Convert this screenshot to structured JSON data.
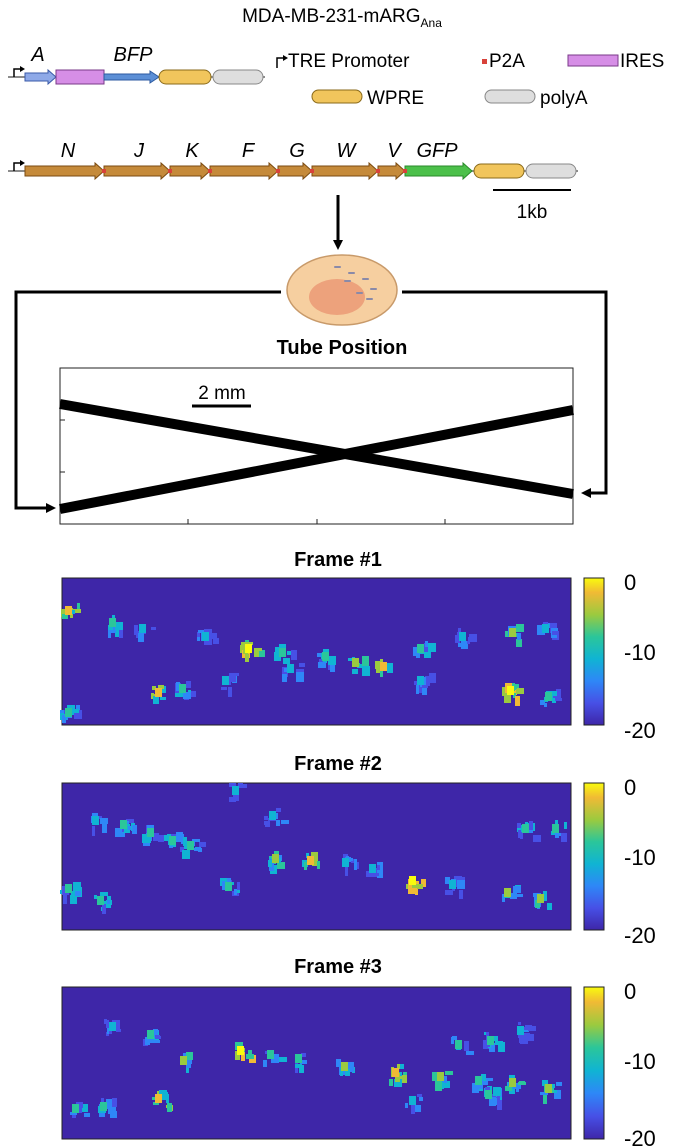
{
  "header": {
    "cell_line": "MDA-MB-231-mARG",
    "cell_line_subscript": "Ana"
  },
  "construct1": {
    "genes": [
      {
        "label": "A",
        "color": "#8ea9e8"
      },
      {
        "label": "BFP",
        "color": "#5c8fd6"
      }
    ]
  },
  "construct2": {
    "genes": [
      {
        "label": "N"
      },
      {
        "label": "J"
      },
      {
        "label": "K"
      },
      {
        "label": "F"
      },
      {
        "label": "G"
      },
      {
        "label": "W"
      },
      {
        "label": "V"
      },
      {
        "label": "GFP"
      }
    ]
  },
  "legend": {
    "tre_promoter": "TRE Promoter",
    "p2a": "P2A",
    "ires": "IRES",
    "wpre": "WPRE",
    "polya": "polyA"
  },
  "scale_bar_kb": "1kb",
  "colors": {
    "gene_brown": "#c58a3a",
    "gfp_green": "#4cc04a",
    "ires": "#d68ee6",
    "wpre": "#f1c55c",
    "polya": "#dedede",
    "p2a": "#d8423a",
    "cell_outer": "#f6cfa0",
    "cell_nucleus": "#eda27c",
    "heatmap_bg": "#3e26a8"
  },
  "tube_panel": {
    "title": "Tube Position",
    "scalebar_label": "2 mm"
  },
  "frames": [
    {
      "title": "Frame #1"
    },
    {
      "title": "Frame #2"
    },
    {
      "title": "Frame #3"
    }
  ],
  "colorbar": {
    "ticks": [
      "0",
      "-10",
      "-20"
    ],
    "range": [
      -20,
      0
    ]
  }
}
